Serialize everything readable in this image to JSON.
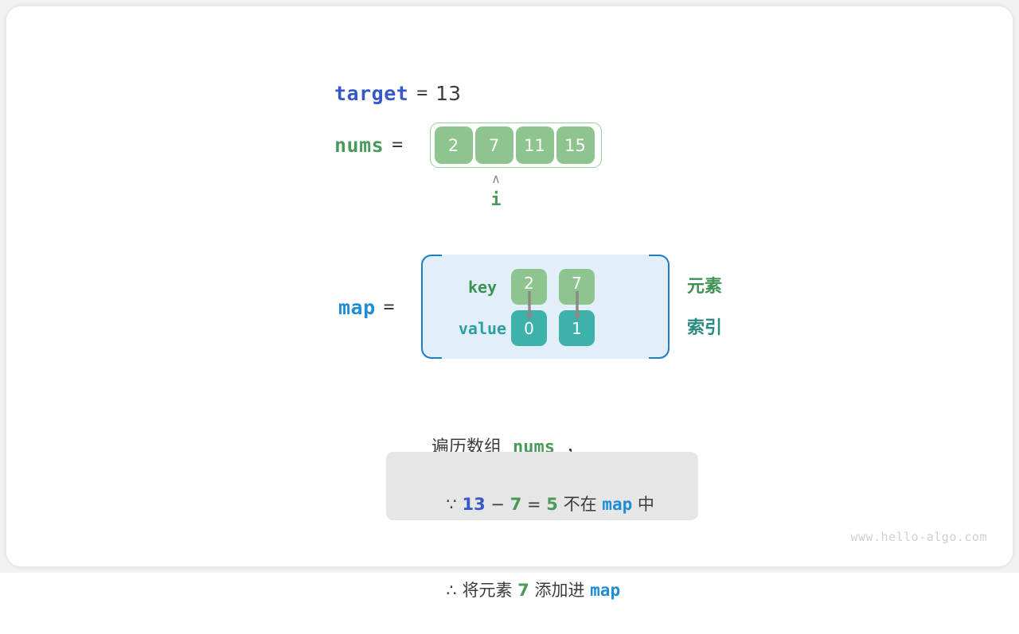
{
  "target": {
    "label": "target",
    "equals": "=",
    "value": "13"
  },
  "nums": {
    "label": "nums",
    "equals": "=",
    "cells": [
      "2",
      "7",
      "11",
      "15"
    ],
    "pointer": {
      "caret": "∧",
      "label": "i",
      "index": 1
    }
  },
  "map": {
    "label": "map",
    "equals": "=",
    "row_labels": {
      "key": "key",
      "value": "value"
    },
    "keys": [
      "2",
      "7"
    ],
    "values": [
      "0",
      "1"
    ],
    "annotations": {
      "element": "元素",
      "index": "索引"
    }
  },
  "caption": {
    "prefix": "遍历数组",
    "code": "nums",
    "suffix": "，"
  },
  "note": {
    "line1": {
      "symbol": "∵",
      "a": "13",
      "minus": "−",
      "b": "7",
      "eq": "=",
      "result": "5",
      "text_mid": "不在",
      "map": "map",
      "text_end": "中"
    },
    "line2": {
      "symbol": "∴",
      "text_start": "将元素",
      "element": "7",
      "text_mid": "添加进",
      "map": "map"
    }
  },
  "watermark": "www.hello-algo.com",
  "colors": {
    "target_blue": "#3858c8",
    "nums_green": "#4a9a5c",
    "map_blue": "#1f8ed6",
    "cell_green": "#8ec48e",
    "cell_teal": "#3cb2ab",
    "map_box_fill": "#e2eff9",
    "map_box_border": "#1f7fc4",
    "note_box_fill": "#e6e6e6",
    "index_teal": "#2b8a82"
  }
}
